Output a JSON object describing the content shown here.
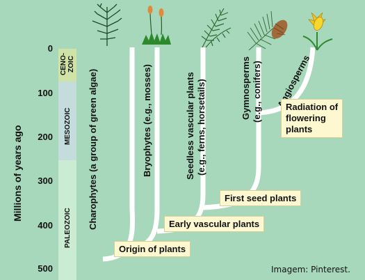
{
  "axis": {
    "label": "Millions of years ago",
    "ticks": [
      "0",
      "100",
      "200",
      "300",
      "400",
      "500"
    ]
  },
  "eras": {
    "cenozoic": "CENO-\nZOIC",
    "mesozoic": "MESOZOIC",
    "paleozoic": "PALEOZOIC"
  },
  "groups": {
    "charophytes": "Charophytes (a group of green algae)",
    "bryophytes": "Bryophytes (e.g., mosses)",
    "seedless_line1": "Seedless vascular plants",
    "seedless_line2": "(e.g., ferns, horsetails)",
    "gymnosperms_line1": "Gymnosperms",
    "gymnosperms_line2": "(e.g., conifers)",
    "angiosperms": "Angiosperms"
  },
  "events": {
    "origin": "Origin of plants",
    "early_vascular": "Early vascular plants",
    "first_seed": "First seed plants",
    "radiation_line1": "Radiation of",
    "radiation_line2": "flowering",
    "radiation_line3": "plants"
  },
  "credit": "Imagem: Pinterest.",
  "colors": {
    "background": "#a8d8bb",
    "cenozoic": "#cfe3a6",
    "mesozoic": "#c5dcdc",
    "paleozoic": "#c9ecd2",
    "branch": "#ffffff",
    "event_box": "#fdf8d0"
  },
  "icons": [
    "green-algae-icon",
    "moss-icon",
    "fern-icon",
    "conifer-icon",
    "flower-icon"
  ]
}
